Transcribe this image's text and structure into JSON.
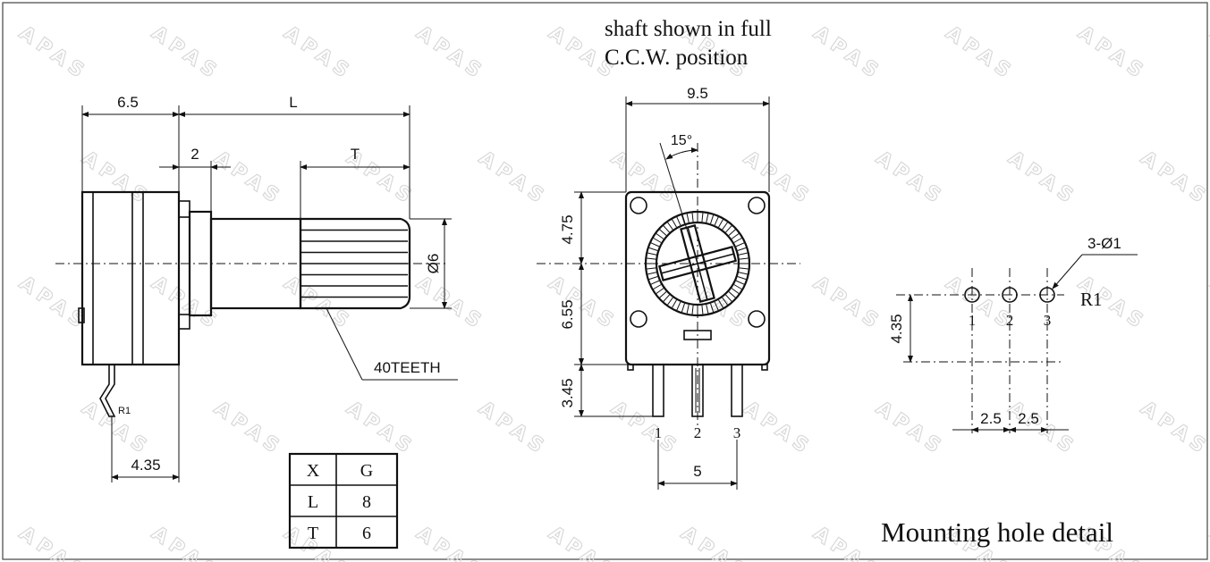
{
  "watermark": {
    "text": "APAS"
  },
  "side_view": {
    "dims": {
      "body_width": "6.5",
      "length": "L",
      "step": "2",
      "knurl": "T",
      "diameter": "Ø6",
      "pin_offset": "4.35"
    },
    "teeth_callout": "40TEETH",
    "pin_label": "R1"
  },
  "front_view": {
    "note_line1": "shaft shown in full",
    "note_line2": "C.C.W. position",
    "dims": {
      "width": "9.5",
      "angle": "15°",
      "upper": "4.75",
      "lower": "6.55",
      "pins": "3.45",
      "pitch": "5"
    },
    "pin_labels": [
      "1",
      "2",
      "3"
    ]
  },
  "mounting_detail": {
    "holes_label": "3-Ø1",
    "row_label": "R1",
    "height": "4.35",
    "pitch_left": "2.5",
    "pitch_right": "2.5",
    "hole_labels": [
      "1",
      "2",
      "3"
    ],
    "caption": "Mounting hole detail"
  },
  "spec_table": {
    "rows": [
      [
        "X",
        "G"
      ],
      [
        "L",
        "8"
      ],
      [
        "T",
        "6"
      ]
    ]
  }
}
